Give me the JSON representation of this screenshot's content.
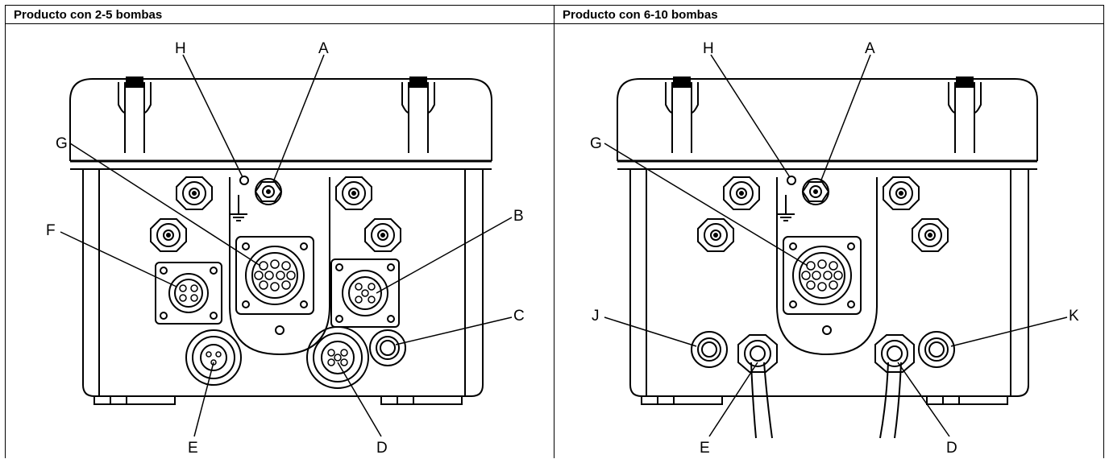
{
  "panels": [
    {
      "title": "Producto con 2-5 bombas",
      "labels": {
        "H": "H",
        "A": "A",
        "G": "G",
        "F": "F",
        "B": "B",
        "C": "C",
        "E": "E",
        "D": "D"
      }
    },
    {
      "title": "Producto con 6-10 bombas",
      "labels": {
        "H": "H",
        "A": "A",
        "G": "G",
        "J": "J",
        "K": "K",
        "E": "E",
        "D": "D"
      }
    }
  ]
}
